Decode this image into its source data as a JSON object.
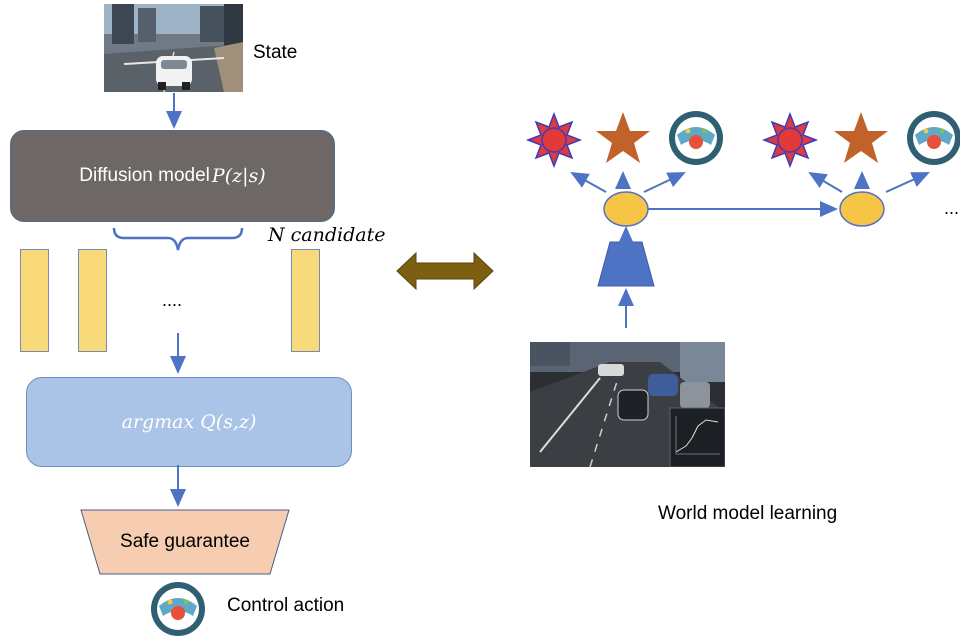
{
  "left": {
    "state_label": "State",
    "diffusion_text": "Diffusion model ",
    "diffusion_math": "P(z|s)",
    "candidate_label": "N candidate",
    "ellipsis": "....",
    "argmax_text": "argmax Q(s,z)",
    "safe_label": "Safe guarantee",
    "control_label": "Control action"
  },
  "right": {
    "caption": "World model learning",
    "ellipsis": "..."
  },
  "icons": [
    "driving-scene-image",
    "steering-wheel-icon",
    "red-sun-icon",
    "brown-star-icon",
    "encoder-trapezoid-icon",
    "latent-state-ellipse-icon",
    "bidirectional-arrow-icon"
  ],
  "colors": {
    "diffusion_box": "#6d6766",
    "argmax_box": "#a9c4e6",
    "safe_box": "#f6cdb0",
    "candidate": "#f8da7a",
    "latent": "#f6c545",
    "encoder": "#4f73c4",
    "arrow": "#4f73c4",
    "double_arrow": "#7d5f12",
    "star": "#c0622a",
    "sun": "#e23a3a"
  }
}
